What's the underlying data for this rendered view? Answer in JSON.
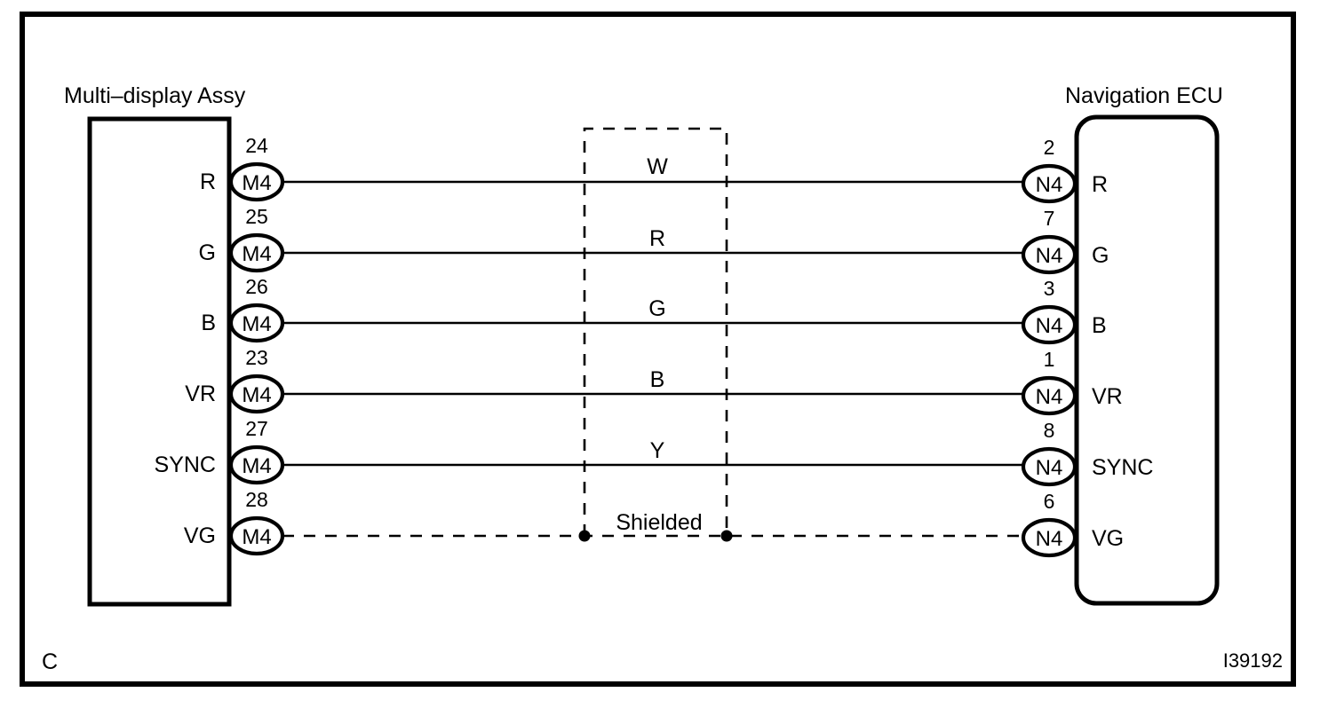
{
  "diagram": {
    "title_left": "Multi–display Assy",
    "title_right": "Navigation ECU",
    "corner_label": "C",
    "figure_code": "I39192",
    "shield_label": "Shielded",
    "left_connector_code": "M4",
    "right_connector_code": "N4",
    "rows": [
      {
        "signal": "R",
        "left_pin": "24",
        "right_pin": "2",
        "wire_color": "W",
        "right_signal": "R",
        "style": "solid"
      },
      {
        "signal": "G",
        "left_pin": "25",
        "right_pin": "7",
        "wire_color": "R",
        "right_signal": "G",
        "style": "solid"
      },
      {
        "signal": "B",
        "left_pin": "26",
        "right_pin": "3",
        "wire_color": "G",
        "right_signal": "B",
        "style": "solid"
      },
      {
        "signal": "VR",
        "left_pin": "23",
        "right_pin": "1",
        "wire_color": "B",
        "right_signal": "VR",
        "style": "solid"
      },
      {
        "signal": "SYNC",
        "left_pin": "27",
        "right_pin": "8",
        "wire_color": "Y",
        "right_signal": "SYNC",
        "style": "solid"
      },
      {
        "signal": "VG",
        "left_pin": "28",
        "right_pin": "6",
        "wire_color": "",
        "right_signal": "VG",
        "style": "dashed"
      }
    ],
    "colors": {
      "ink": "#000000",
      "paper": "#ffffff"
    }
  }
}
